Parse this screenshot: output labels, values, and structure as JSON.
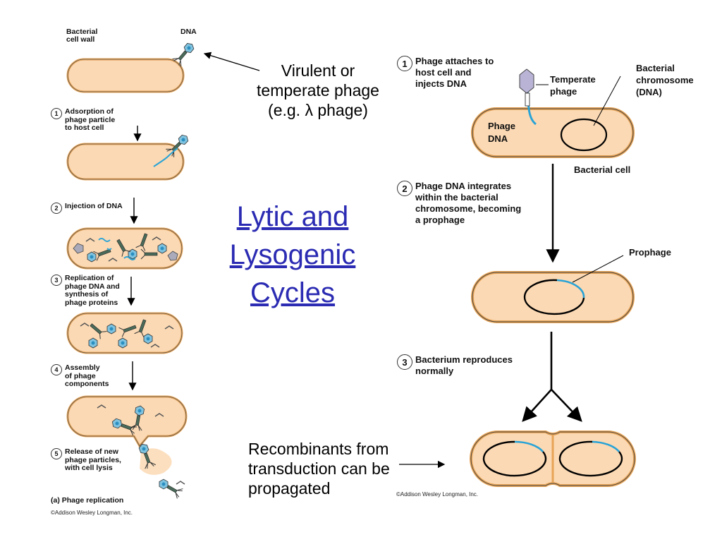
{
  "title": "Lytic and\n Lysogenic\n Cycles",
  "left_panel": {
    "cell_wall_label": "Bacterial\ncell wall",
    "dna_label": "DNA",
    "steps": [
      {
        "num": "1",
        "text": "Adsorption of\nphage particle\nto host cell"
      },
      {
        "num": "2",
        "text": "Injection of DNA"
      },
      {
        "num": "3",
        "text": "Replication of\nphage DNA and\nsynthesis of\nphage proteins"
      },
      {
        "num": "4",
        "text": "Assembly\nof phage\ncomponents"
      },
      {
        "num": "5",
        "text": "Release of new\nphage particles,\nwith cell lysis"
      }
    ],
    "caption": "(a) Phage replication",
    "copyright": "©Addison Wesley Longman, Inc."
  },
  "annotations": {
    "virulent": "Virulent or\ntemperate phage\n(e.g. λ phage)",
    "recombinants": "Recombinants from\ntransduction can be\npropagated"
  },
  "right_panel": {
    "steps": [
      {
        "num": "1",
        "text": "Phage attaches to\nhost cell and\ninjects DNA"
      },
      {
        "num": "2",
        "text": "Phage DNA integrates\nwithin the bacterial\nchromosome, becoming\na prophage"
      },
      {
        "num": "3",
        "text": "Bacterium reproduces\nnormally"
      }
    ],
    "temperate_phage_label": "Temperate\nphage",
    "chromosome_label": "Bacterial\nchromosome\n(DNA)",
    "phage_dna_label": "Phage\nDNA",
    "bacterial_cell_label": "Bacterial cell",
    "prophage_label": "Prophage",
    "copyright": "©Addison Wesley Longman, Inc."
  },
  "colors": {
    "cell_fill": "#fbd9b4",
    "cell_wall": "#e8a456",
    "phage_dna": "#29a3d6",
    "phage_head": "#9ab5cf",
    "title": "#2b2bb3"
  }
}
